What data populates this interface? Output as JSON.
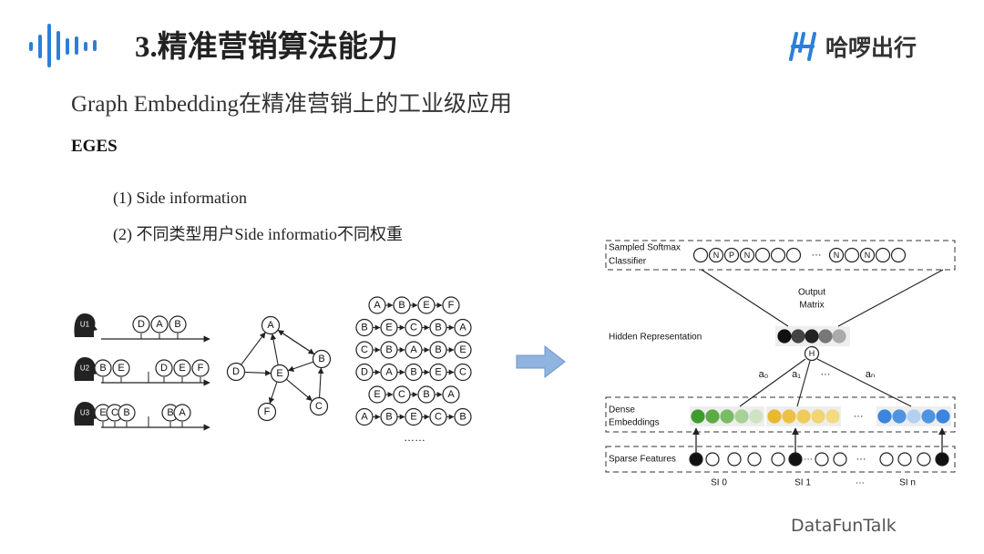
{
  "header": {
    "title": "3.精准营销算法能力",
    "brand_name": "哈啰出行"
  },
  "content": {
    "subtitle": "Graph Embedding在精准营销上的工业级应用",
    "section_label": "EGES",
    "bullets": [
      "(1) Side information",
      "(2) 不同类型用户Side informatio不同权重"
    ]
  },
  "diagram": {
    "users": [
      {
        "label": "U1",
        "groups": [
          [
            "D",
            "A",
            "B"
          ]
        ]
      },
      {
        "label": "U2",
        "groups": [
          [
            "B",
            "E"
          ],
          [
            "D",
            "E",
            "F"
          ]
        ]
      },
      {
        "label": "U3",
        "groups": [
          [
            "E",
            "C",
            "B"
          ],
          [
            "B",
            "A"
          ]
        ]
      }
    ],
    "graph_nodes": [
      "A",
      "B",
      "C",
      "D",
      "E",
      "F"
    ],
    "walks": [
      [
        "A",
        "B",
        "E",
        "F"
      ],
      [
        "B",
        "E",
        "C",
        "B",
        "A"
      ],
      [
        "C",
        "B",
        "A",
        "B",
        "E"
      ],
      [
        "D",
        "A",
        "B",
        "E",
        "C"
      ],
      [
        "E",
        "C",
        "B",
        "A"
      ],
      [
        "A",
        "B",
        "E",
        "C",
        "B"
      ]
    ],
    "walks_ellipsis": "……",
    "model": {
      "softmax_label_1": "Sampled Softmax",
      "softmax_label_2": "Classifier",
      "softmax_nodes": [
        "",
        "N",
        "P",
        "N",
        "",
        "",
        "",
        "…",
        "N",
        "",
        "N",
        "",
        ""
      ],
      "output_label_1": "Output",
      "output_label_2": "Matrix",
      "hidden_label": "Hidden Representation",
      "hidden_node": "H",
      "weights": [
        "a₀",
        "a₁",
        "···",
        "aₙ"
      ],
      "dense_label_1": "Dense",
      "dense_label_2": "Embeddings",
      "sparse_label": "Sparse Features",
      "si_labels": [
        "SI 0",
        "SI 1",
        "···",
        "SI n"
      ],
      "ellipsis": "···",
      "colors": {
        "green": [
          "#3e9c2e",
          "#5cab46",
          "#79bc63",
          "#a9d195",
          "#cfe3c3"
        ],
        "yellow": [
          "#e8b830",
          "#ecc245",
          "#efcc5a",
          "#f2d470",
          "#f4da80"
        ],
        "blue": [
          "#3a86de",
          "#4f94e3",
          "#b3d0f1",
          "#4f94e3",
          "#3a86de"
        ],
        "hidden": [
          "#111111",
          "#444444",
          "#222222",
          "#777777",
          "#aaaaaa"
        ],
        "brand": "#2d7fd6",
        "arrow": "#8fb4e0"
      }
    }
  },
  "footer": {
    "watermark": "DataFunTalk"
  }
}
